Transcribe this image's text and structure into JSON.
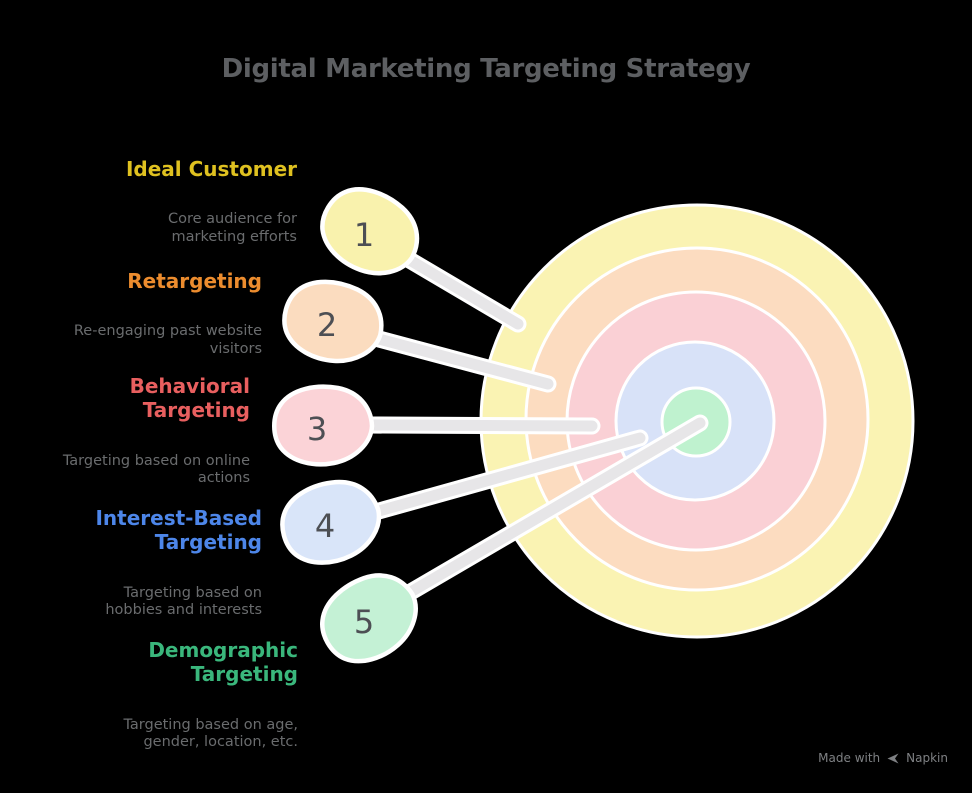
{
  "title": "Digital Marketing Targeting Strategy",
  "title_color": "#5d5f62",
  "desc_color": "#6a6c6e",
  "number_color": "#4d4f54",
  "connector_color": "#e7e6e8",
  "connector_outline": "#ffffff",
  "items": [
    {
      "number": "1",
      "heading": "Ideal Customer",
      "heading_color": "#dfc120",
      "desc": "Core audience for\nmarketing efforts",
      "blob_color": "#f9f2ad"
    },
    {
      "number": "2",
      "heading": "Retargeting",
      "heading_color": "#ec8c2e",
      "desc": "Re-engaging past website\nvisitors",
      "blob_color": "#fbdcbf"
    },
    {
      "number": "3",
      "heading": "Behavioral\nTargeting",
      "heading_color": "#e85f5f",
      "desc": "Targeting based on online\nactions",
      "blob_color": "#fbd3d7"
    },
    {
      "number": "4",
      "heading": "Interest-Based\nTargeting",
      "heading_color": "#4d86e9",
      "desc": "Targeting based on\nhobbies and interests",
      "blob_color": "#d9e5f9"
    },
    {
      "number": "5",
      "heading": "Demographic\nTargeting",
      "heading_color": "#3ab77c",
      "desc": "Targeting based on age,\ngender, location, etc.",
      "blob_color": "#c4f1d5"
    }
  ],
  "target": {
    "rings": [
      {
        "label": "ring-1-outer",
        "color": "#faf3b3"
      },
      {
        "label": "ring-2",
        "color": "#fcdcc0"
      },
      {
        "label": "ring-3",
        "color": "#fad0d5"
      },
      {
        "label": "ring-4",
        "color": "#d8e2f8"
      },
      {
        "label": "ring-5-center",
        "color": "#bff2cf"
      }
    ]
  },
  "watermark": {
    "prefix": "Made with",
    "brand": "Napkin",
    "color": "#7e8083"
  }
}
